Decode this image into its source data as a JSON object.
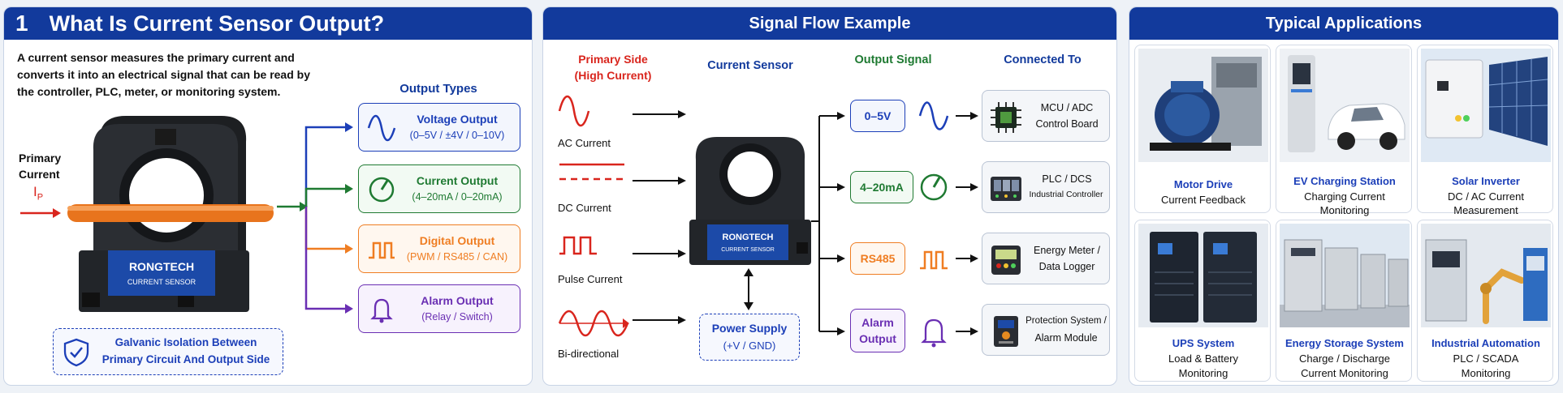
{
  "colors": {
    "navy": "#123a9c",
    "blue": "#1c3fb8",
    "green": "#1f7a32",
    "orange": "#ef7d22",
    "purple": "#6a2fb3",
    "red": "#d9251d"
  },
  "panel1": {
    "number": "1",
    "title": "What Is Current Sensor Output?",
    "description_lines": [
      "A current sensor measures the primary current and",
      "converts it into an electrical signal that can be read by",
      "the controller, PLC, meter, or monitoring system."
    ],
    "primary_label_1": "Primary",
    "primary_label_2": "Current",
    "ip_symbol": "I",
    "ip_sub": "P",
    "sensor_brand": "RONGTECH",
    "sensor_model": "CURRENT SENSOR",
    "output_types_title": "Output Types",
    "outputs": [
      {
        "name": "Voltage Output",
        "detail": "(0–5V / ±4V / 0–10V)",
        "icon": "sine-wave-icon"
      },
      {
        "name": "Current Output",
        "detail": "(4–20mA / 0–20mA)",
        "icon": "gauge-icon"
      },
      {
        "name": "Digital Output",
        "detail": "(PWM / RS485 / CAN)",
        "icon": "pulse-icon"
      },
      {
        "name": "Alarm Output",
        "detail": "(Relay / Switch)",
        "icon": "bell-icon"
      }
    ],
    "isolation_line1": "Galvanic Isolation Between",
    "isolation_line2": "Primary Circuit And Output Side"
  },
  "panel2": {
    "title": "Signal Flow Example",
    "col_primary_1": "Primary Side",
    "col_primary_2": "(High Current)",
    "col_sensor": "Current Sensor",
    "col_output": "Output Signal",
    "col_connected": "Connected To",
    "inputs": [
      "AC Current",
      "DC Current",
      "Pulse Current",
      "Bi-directional"
    ],
    "sensor_brand": "RONGTECH",
    "sensor_model": "CURRENT SENSOR",
    "power_line1": "Power Supply",
    "power_line2": "(+V / GND)",
    "signals": [
      {
        "label_1": "0–5V",
        "label_2": "",
        "icon": "sine-wave-icon"
      },
      {
        "label_1": "4–20mA",
        "label_2": "",
        "icon": "gauge-icon"
      },
      {
        "label_1": "RS485",
        "label_2": "",
        "icon": "pulse-icon"
      },
      {
        "label_1": "Alarm",
        "label_2": "Output",
        "icon": "bell-icon"
      }
    ],
    "devices": [
      {
        "line1": "MCU / ADC",
        "line2": "Control Board",
        "icon": "chip-icon"
      },
      {
        "line1": "PLC / DCS",
        "line2": "Industrial Controller",
        "icon": "plc-icon"
      },
      {
        "line1": "Energy Meter /",
        "line2": "Data Logger",
        "icon": "meter-icon"
      },
      {
        "line1": "Protection System /",
        "line2": "Alarm Module",
        "icon": "protection-module-icon"
      }
    ]
  },
  "panel3": {
    "title": "Typical Applications",
    "apps": [
      {
        "title": "Motor Drive",
        "line1": "Current Feedback",
        "line2": "",
        "image": "motor-image"
      },
      {
        "title": "EV Charging Station",
        "line1": "Charging Current",
        "line2": "Monitoring",
        "image": "ev-charger-image"
      },
      {
        "title": "Solar Inverter",
        "line1": "DC / AC Current",
        "line2": "Measurement",
        "image": "solar-inverter-image"
      },
      {
        "title": "UPS System",
        "line1": "Load & Battery",
        "line2": "Monitoring",
        "image": "ups-image"
      },
      {
        "title": "Energy Storage System",
        "line1": "Charge / Discharge",
        "line2": "Current Monitoring",
        "image": "ess-image"
      },
      {
        "title": "Industrial Automation",
        "line1": "PLC / SCADA",
        "line2": "Monitoring",
        "image": "automation-image"
      }
    ]
  }
}
